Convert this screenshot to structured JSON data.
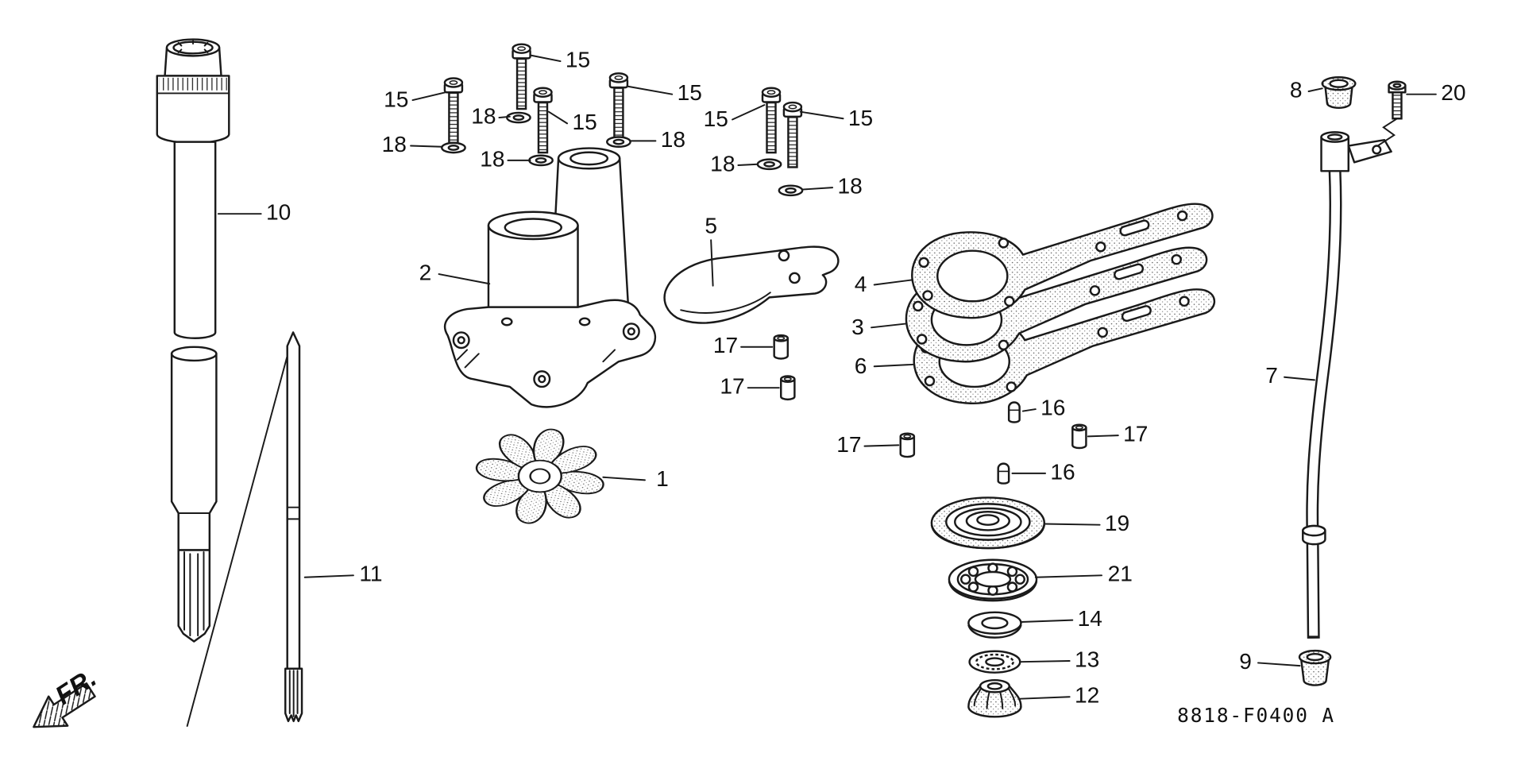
{
  "colors": {
    "background": "#ffffff",
    "line": "#1a1a1a",
    "text": "#111111"
  },
  "diagram": {
    "drawing_code": "8818-F0400 A",
    "front_marker": "FR.",
    "part_numbers": {
      "p1": "1",
      "p2": "2",
      "p3": "3",
      "p4": "4",
      "p5": "5",
      "p6": "6",
      "p7": "7",
      "p8": "8",
      "p9": "9",
      "p10": "10",
      "p11": "11",
      "p12": "12",
      "p13": "13",
      "p14": "14",
      "p15": "15",
      "p16": "16",
      "p17": "17",
      "p18": "18",
      "p19": "19",
      "p20": "20",
      "p21": "21"
    }
  }
}
